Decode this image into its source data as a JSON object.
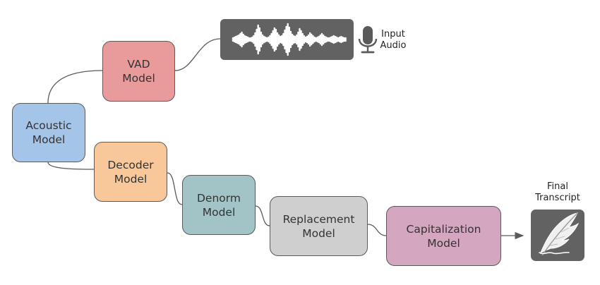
{
  "nodes": {
    "acoustic": {
      "label": "Acoustic\nModel",
      "color": "#a4c4e8"
    },
    "vad": {
      "label": "VAD\nModel",
      "color": "#e99a9b"
    },
    "decoder": {
      "label": "Decoder\nModel",
      "color": "#f8c79a"
    },
    "denorm": {
      "label": "Denorm\nModel",
      "color": "#a2c4c7"
    },
    "replacement": {
      "label": "Replacement\nModel",
      "color": "#cfcfcf"
    },
    "capitalization": {
      "label": "Capitalization\nModel",
      "color": "#d5a6bf"
    }
  },
  "input": {
    "label": "Input\nAudio",
    "icon": "microphone-icon",
    "wave_icon": "waveform-icon",
    "panel_color": "#626262"
  },
  "output": {
    "label": "Final\nTranscript",
    "icon": "quill-icon",
    "panel_color": "#626262"
  },
  "edge_color": "#5a5a5a"
}
